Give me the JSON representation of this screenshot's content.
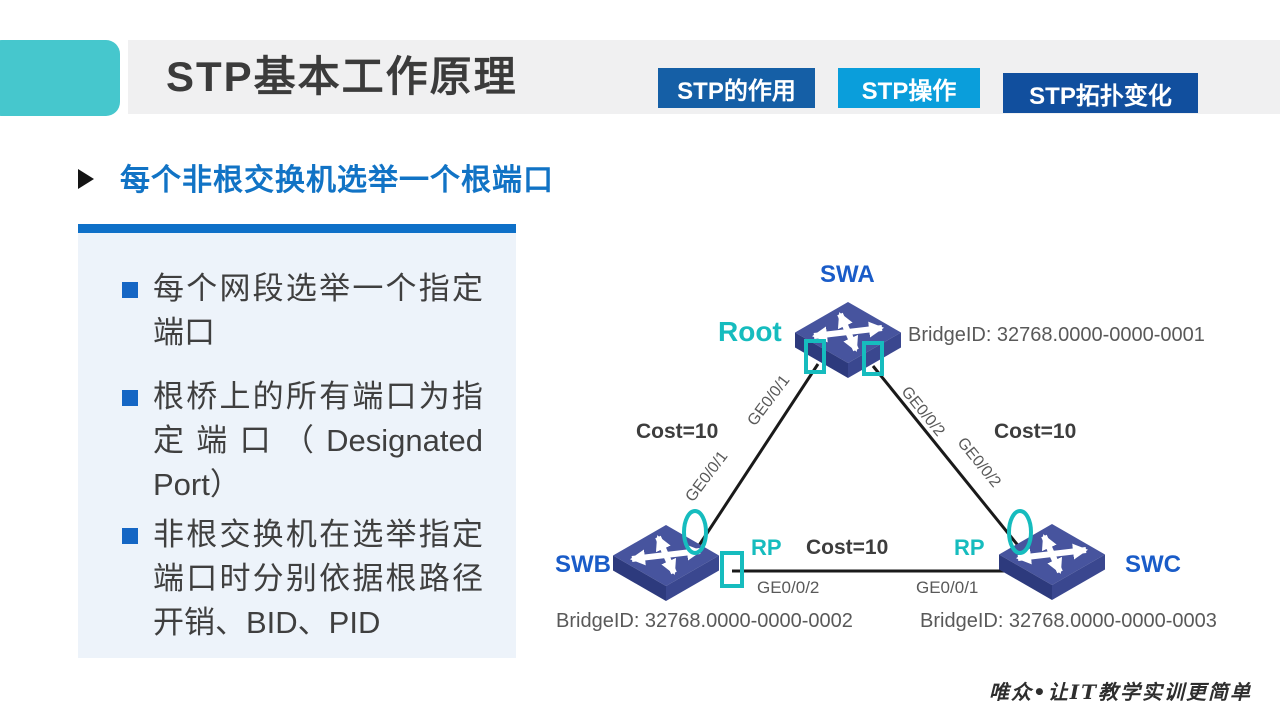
{
  "header": {
    "title": "STP基本工作原理",
    "nav": [
      {
        "label": "STP的作用"
      },
      {
        "label": "STP操作"
      },
      {
        "label": "STP拓扑变化"
      }
    ]
  },
  "section": {
    "heading": "每个非根交换机选举一个根端口"
  },
  "panel": {
    "bullets": [
      "每个网段选举一个指定端口",
      "根桥上的所有端口为指定端口（Designated Port）",
      "非根交换机在选举指定端口时分别依据根路径开销、BID、PID"
    ]
  },
  "diagram": {
    "switches": {
      "swa": {
        "name": "SWA",
        "role": "Root",
        "bridge_id": "BridgeID: 32768.0000-0000-0001"
      },
      "swb": {
        "name": "SWB",
        "bridge_id": "BridgeID: 32768.0000-0000-0002"
      },
      "swc": {
        "name": "SWC",
        "bridge_id": "BridgeID: 32768.0000-0000-0003"
      }
    },
    "links": {
      "swa_swb": {
        "cost": "Cost=10",
        "port_swa": "GE0/0/1",
        "port_swb": "GE0/0/1"
      },
      "swa_swc": {
        "cost": "Cost=10",
        "port_swa": "GE0/0/2",
        "port_swc": "GE0/0/2"
      },
      "swb_swc": {
        "cost": "Cost=10",
        "port_swb": "GE0/0/2",
        "port_swc": "GE0/0/1"
      }
    },
    "rp_label": "RP"
  },
  "footer": {
    "watermark": "唯众•让IT教学实训更简单"
  },
  "colors": {
    "accent_teal": "#46c7cd",
    "marker_teal": "#16bcbe",
    "nav_dark_blue": "#155fa6",
    "nav_active_blue": "#0a9edb",
    "nav_navy": "#114f9e",
    "heading_blue": "#1173c5",
    "panel_bar_blue": "#0e70c8",
    "panel_bg": "#edf3fa",
    "switch_label_blue": "#1a5cc8",
    "switch_top_face": "#47549e"
  }
}
